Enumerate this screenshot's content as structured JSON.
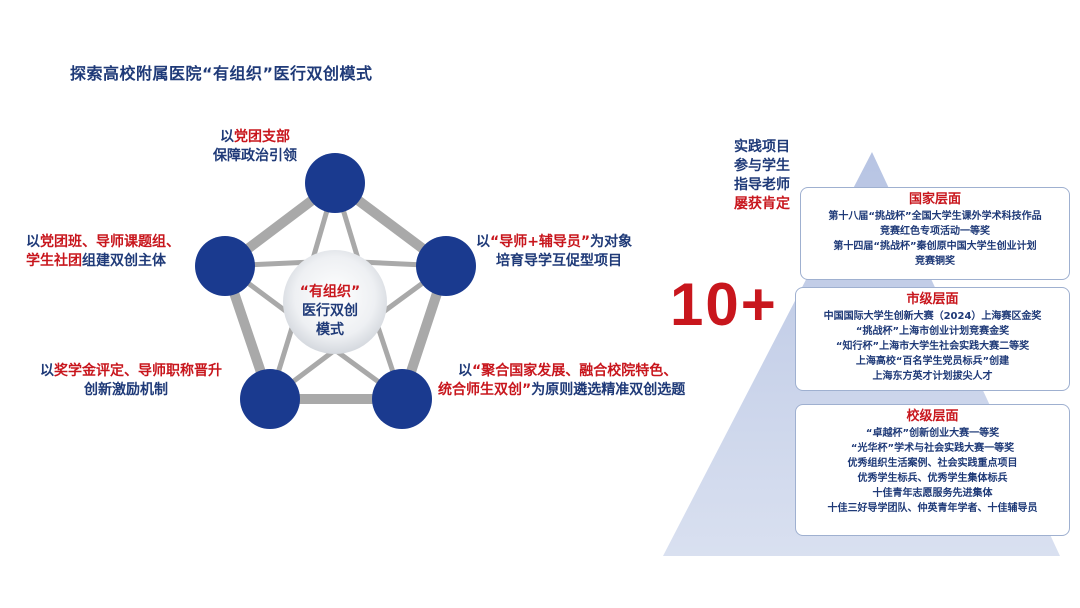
{
  "title": "探索高校附属医院“有组织”医行双创模式",
  "star": {
    "center": {
      "line1": "“有组织”",
      "line2": "医行双创",
      "line3": "模式"
    },
    "top": {
      "prefix": "以",
      "highlight": "党团支部",
      "line2": "保障政治引领"
    },
    "left": {
      "prefix": "以",
      "highlight1": "党团班、导师课题组、",
      "highlight2": "学生社团",
      "suffix": "组建双创主体"
    },
    "right": {
      "prefix": "以",
      "highlight": "“导师+辅导员”",
      "suffix": "为对象",
      "line2": "培育导学互促型项目"
    },
    "bottom_left": {
      "prefix": "以",
      "highlight": "奖学金评定、导师职称晋升",
      "line2": "创新激励机制"
    },
    "bottom_right": {
      "prefix": "以",
      "highlight1": "“聚合国家发展、融合校院特色、",
      "highlight2": "统合师生双创”",
      "suffix": "为原则遴选精准双创选题"
    }
  },
  "colors": {
    "node": "#1a3a8f",
    "accent_red": "#c8161d",
    "text_blue": "#1f3a78",
    "star_outline": "#a9a9a9",
    "pyramid": "#c9d3ea"
  },
  "pyramid": {
    "side_labels": [
      "实践项目",
      "参与学生",
      "指导老师"
    ],
    "side_highlight": "屡获肯定",
    "big_number": "10+",
    "national": {
      "heading": "国家层面",
      "lines": [
        "第十八届“挑战杯”全国大学生课外学术科技作品",
        "竞赛红色专项活动一等奖",
        "第十四届“挑战杯”秦创原中国大学生创业计划",
        "竞赛铜奖"
      ]
    },
    "city": {
      "heading": "市级层面",
      "lines": [
        "中国国际大学生创新大赛（2024）上海赛区金奖",
        "“挑战杯”上海市创业计划竞赛金奖",
        "“知行杯”上海市大学生社会实践大赛二等奖",
        "上海高校“百名学生党员标兵”创建",
        "上海东方英才计划拔尖人才"
      ]
    },
    "school": {
      "heading": "校级层面",
      "lines": [
        "“卓越杯”创新创业大赛一等奖",
        "“光华杯”学术与社会实践大赛一等奖",
        "优秀组织生活案例、社会实践重点项目",
        "优秀学生标兵、优秀学生集体标兵",
        "十佳青年志愿服务先进集体",
        "十佳三好导学团队、仲英青年学者、十佳辅导员"
      ]
    }
  }
}
